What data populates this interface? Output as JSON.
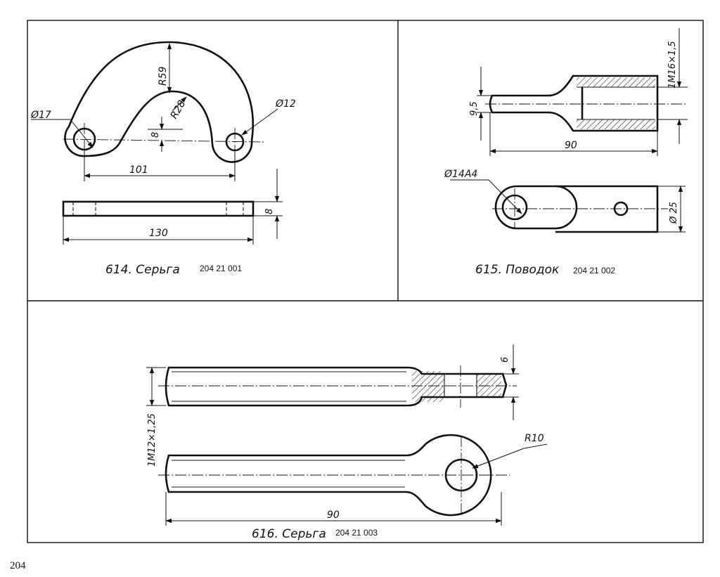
{
  "page_number": "204",
  "figures": {
    "fig614": {
      "caption": "614. Серьга",
      "code": "204 21 001",
      "dims": {
        "d17": "Ø17",
        "r59": "R59",
        "r28": "R28",
        "d12": "Ø12",
        "h8": "8",
        "l101": "101",
        "l130": "130",
        "t8": "8"
      }
    },
    "fig615": {
      "caption": "615. Поводок",
      "code": "204 21 002",
      "dims": {
        "thread": "1M16×1,5",
        "d95": "9,5",
        "l90": "90",
        "d14": "Ø14A4",
        "d25": "Ø 25"
      }
    },
    "fig616": {
      "caption": "616. Серьга",
      "code": "204 21 003",
      "dims": {
        "t6": "6",
        "thread": "1M12×1,25",
        "r10": "R10",
        "l90": "90"
      }
    }
  }
}
